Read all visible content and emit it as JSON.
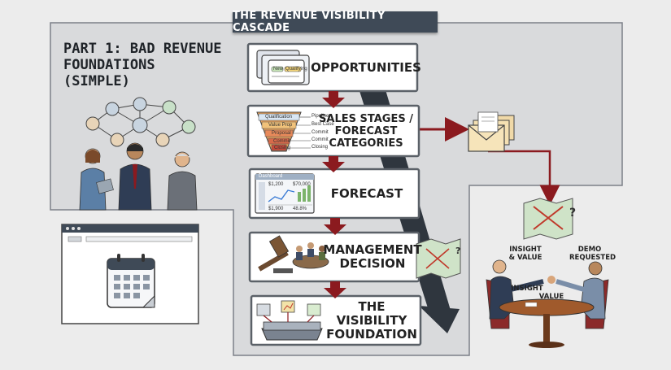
{
  "title": "THE REVENUE VISIBILITY CASCADE",
  "part_title": "PART 1: BAD REVENUE\nFOUNDATIONS\n(SIMPLE)",
  "steps": [
    {
      "label": "OPPORTUNITIES"
    },
    {
      "label": "SALES STAGES /\nFORECAST CATEGORIES"
    },
    {
      "label": "FORECAST"
    },
    {
      "label": "MANAGEMENT\nDECISION"
    },
    {
      "label": "THE VISIBILITY\nFOUNDATION"
    }
  ],
  "card_tags": [
    "New",
    "Qualifying"
  ],
  "funnel": {
    "inner_labels": [
      "Qualification",
      "Value Prop",
      "Proposal",
      "Commit",
      "Closing"
    ],
    "side_labels": [
      "Pipeline",
      "Best Case",
      "Commit",
      "Commit",
      "Closing"
    ]
  },
  "dashboard": {
    "header": "Dashboard",
    "metrics": [
      "$1,200",
      "$70,000",
      "$1,900",
      "48.8%"
    ]
  },
  "meeting": {
    "labels": [
      "INSIGHT\n& VALUE",
      "DEMO\nREQUESTED",
      "INSIGHT",
      "VALUE"
    ]
  },
  "colors": {
    "banner": "#3f4a57",
    "arrow": "#8b1a1f",
    "panel": "#d9dadc",
    "card_border": "#5b6168",
    "dark_band": "#2f363e"
  }
}
